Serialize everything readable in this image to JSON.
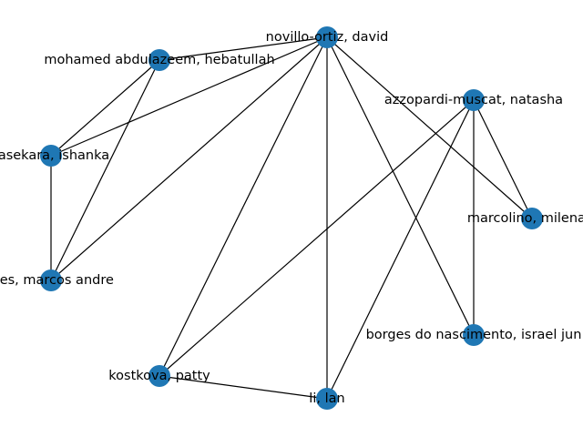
{
  "graph": {
    "node_color": "#1f77b4",
    "edge_color": "#000000",
    "nodes": [
      {
        "id": "novillo",
        "label": "novillo-ortiz, david"
      },
      {
        "id": "mohamed",
        "label": "mohamed abdulazeem, hebatullah"
      },
      {
        "id": "azzopardi",
        "label": "azzopardi-muscat, natasha"
      },
      {
        "id": "ishanka",
        "label": "rasekara, ishanka"
      },
      {
        "id": "marcolino",
        "label": "marcolino, milena s"
      },
      {
        "id": "marcos",
        "label": "lves, marcos andre"
      },
      {
        "id": "borges",
        "label": "borges do nascimento, israel jun"
      },
      {
        "id": "kostkova",
        "label": "kostkova, patty"
      },
      {
        "id": "li",
        "label": "li, lan"
      }
    ],
    "edges": [
      [
        "novillo",
        "mohamed"
      ],
      [
        "novillo",
        "ishanka"
      ],
      [
        "novillo",
        "marcos"
      ],
      [
        "novillo",
        "marcolino"
      ],
      [
        "novillo",
        "borges"
      ],
      [
        "novillo",
        "kostkova"
      ],
      [
        "novillo",
        "li"
      ],
      [
        "mohamed",
        "ishanka"
      ],
      [
        "mohamed",
        "marcos"
      ],
      [
        "ishanka",
        "marcos"
      ],
      [
        "azzopardi",
        "marcolino"
      ],
      [
        "azzopardi",
        "borges"
      ],
      [
        "azzopardi",
        "kostkova"
      ],
      [
        "azzopardi",
        "li"
      ],
      [
        "kostkova",
        "li"
      ]
    ]
  }
}
